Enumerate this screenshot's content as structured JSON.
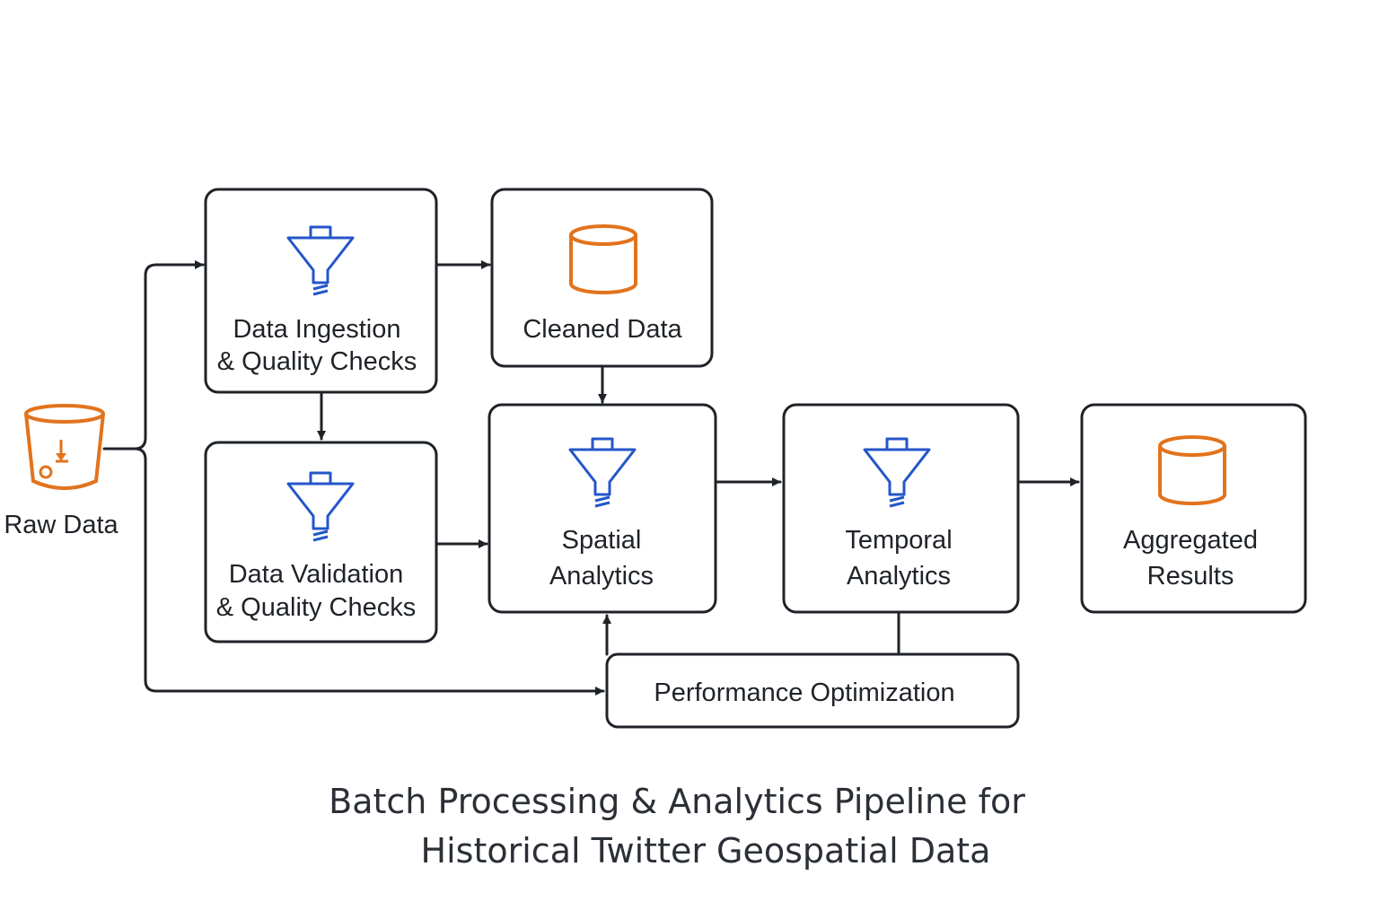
{
  "colors": {
    "stroke": "#1f2328",
    "funnel_icon": "#2456c9",
    "storage_icon": "#e2731d",
    "title_text": "#2b2f36"
  },
  "nodes": {
    "raw_data": {
      "label": "Raw Data",
      "icon": "bucket-icon"
    },
    "ingestion": {
      "line1": "Data Ingestion",
      "line2": "& Quality Checks",
      "icon": "funnel-icon"
    },
    "cleaned": {
      "label": "Cleaned Data",
      "icon": "database-icon"
    },
    "validation": {
      "line1": "Data Validation",
      "line2": "& Quality Checks",
      "icon": "funnel-icon"
    },
    "spatial": {
      "line1": "Spatial",
      "line2": "Analytics",
      "icon": "funnel-icon"
    },
    "temporal": {
      "line1": "Temporal",
      "line2": "Analytics",
      "icon": "funnel-icon"
    },
    "aggregated": {
      "line1": "Aggregated",
      "line2": "Results",
      "icon": "database-icon"
    },
    "performance": {
      "label": "Performance Optimization"
    }
  },
  "title": {
    "line1": "Batch Processing & Analytics Pipeline for",
    "line2": "Historical Twitter Geospatial Data"
  }
}
